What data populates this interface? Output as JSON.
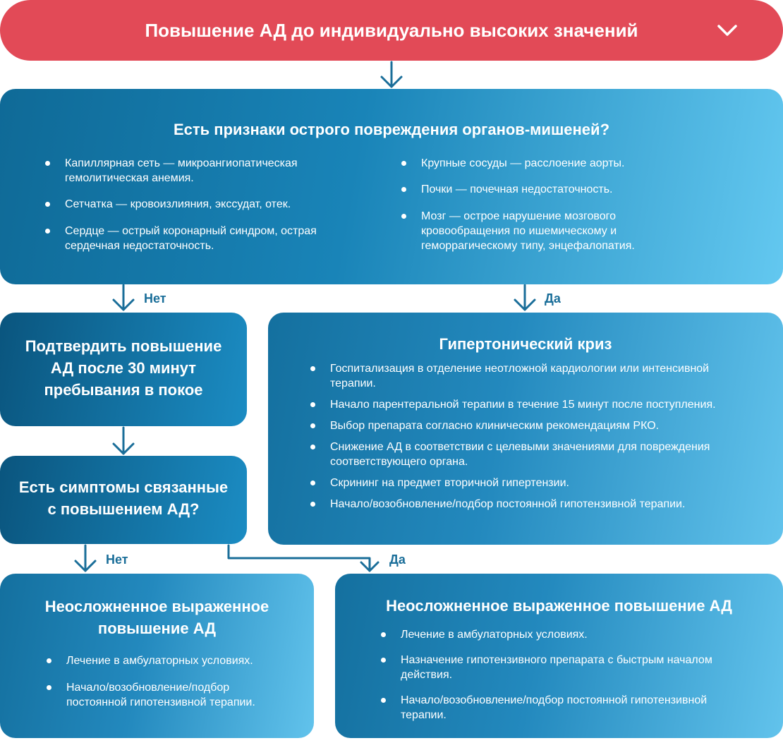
{
  "header": {
    "title": "Повышение АД до индивидуально высоких значений"
  },
  "organ_damage": {
    "question": "Есть признаки острого повреждения органов-мишеней?",
    "left_items": [
      "Капиллярная сеть — микроангиопатическая гемолитическая анемия.",
      "Сетчатка — кровоизлияния, экссудат, отек.",
      "Сердце — острый коронарный синдром, острая сердечная недостаточность."
    ],
    "right_items": [
      "Крупные сосуды — расслоение аорты.",
      "Почки — почечная недостаточность.",
      "Мозг —  острое нарушение мозгового кровообращения по ишемическому и геморрагическому типу, энцефалопатия."
    ]
  },
  "labels": {
    "no1": "Нет",
    "yes1": "Да",
    "no2": "Нет",
    "yes2": "Да"
  },
  "confirm": {
    "title": "Подтвердить повышение АД после 30 минут пребывания в покое"
  },
  "symptoms": {
    "title": "Есть симптомы связанные с повышением АД?"
  },
  "crisis": {
    "title": "Гипертонический криз",
    "items": [
      "Госпитализация в отделение неотложной кардиологии или интенсивной терапии.",
      "Начало парентеральной терапии в течение 15 минут после поступления.",
      "Выбор препарата согласно клиническим рекомендациям РКО.",
      "Снижение АД в соответствии с целевыми значениями для повреждения соответствующего органа.",
      "Скрининг на предмет вторичной гипертензии.",
      "Начало/возобновление/подбор постоянной гипотензивной терапии."
    ]
  },
  "uncomplicated_left": {
    "title": "Неосложненное выраженное повышение АД",
    "items": [
      "Лечение в амбулаторных условиях.",
      "Начало/возобновление/подбор постоянной гипотензивной терапии."
    ]
  },
  "uncomplicated_right": {
    "title": "Неосложненное выраженное повышение АД",
    "items": [
      "Лечение в амбулаторных условиях.",
      "Назначение гипотензивного препарата с быстрым началом действия.",
      "Начало/возобновление/подбор постоянной гипотензивной терапии."
    ]
  },
  "colors": {
    "header": "#e24a57",
    "arrow": "#1a6e99",
    "text": "#ffffff"
  },
  "icons": {
    "header_toggle": "chevron-down-icon",
    "connector": "arrow-down-icon"
  }
}
